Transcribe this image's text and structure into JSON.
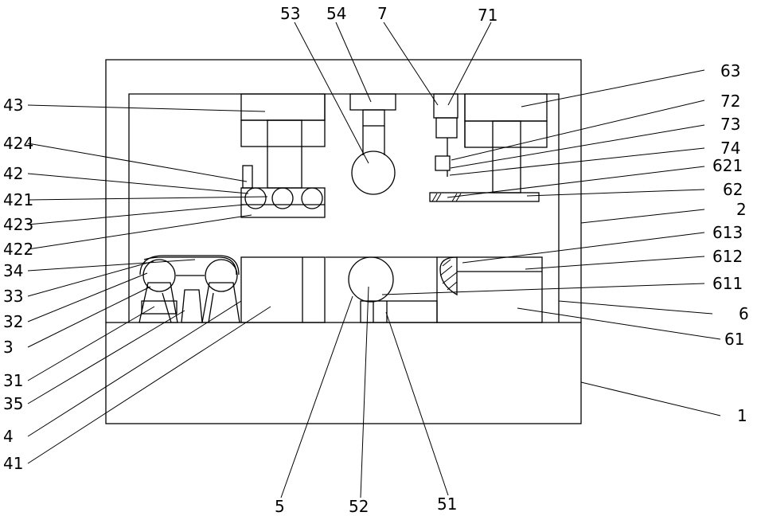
{
  "figure": {
    "labels": {
      "l1": "1",
      "l2": "2",
      "l3": "3",
      "l4": "4",
      "l5": "5",
      "l6": "6",
      "l7": "7",
      "l31": "31",
      "l32": "32",
      "l33": "33",
      "l34": "34",
      "l35": "35",
      "l41": "41",
      "l42": "42",
      "l43": "43",
      "l421": "421",
      "l422": "422",
      "l423": "423",
      "l424": "424",
      "l51": "51",
      "l52": "52",
      "l53": "53",
      "l54": "54",
      "l61": "61",
      "l62": "62",
      "l63": "63",
      "l611": "611",
      "l612": "612",
      "l613": "613",
      "l621": "621",
      "l71": "71",
      "l72": "72",
      "l73": "73",
      "l74": "74"
    }
  }
}
